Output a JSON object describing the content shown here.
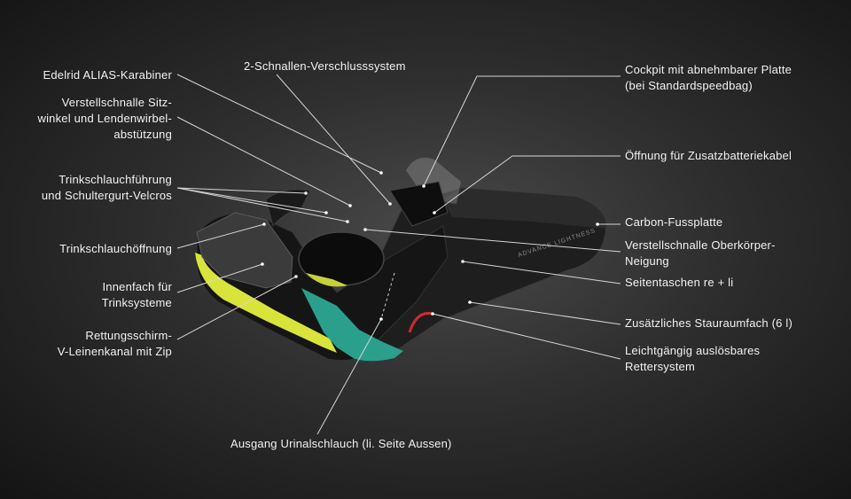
{
  "brand": {
    "text": "ADVANCE LIGHTNESS"
  },
  "colors": {
    "yellow": "#d8e43a",
    "teal": "#2aa08c",
    "line": "#d8d8d8",
    "shell": "#1c1c1c"
  },
  "labels": [
    {
      "id": "edelrid",
      "lines": [
        "Edelrid ALIAS-Karabiner"
      ]
    },
    {
      "id": "verstell-sitz",
      "lines": [
        "Verstellschnalle Sitz-",
        "winkel und Lendenwirbel-",
        "abstützung"
      ]
    },
    {
      "id": "trinkschlauch-fuehrung",
      "lines": [
        "Trinkschlauchführung",
        "und Schultergurt-Velcros"
      ]
    },
    {
      "id": "trinkschlauch-oeffnung",
      "lines": [
        "Trinkschlauchöffnung"
      ]
    },
    {
      "id": "innenfach",
      "lines": [
        "Innenfach für",
        "Trinksysteme"
      ]
    },
    {
      "id": "rettungsschirm",
      "lines": [
        "Rettungsschirm-",
        "V-Leinenkanal mit Zip"
      ]
    },
    {
      "id": "schnallen",
      "lines": [
        "2-Schnallen-Verschlusssystem"
      ]
    },
    {
      "id": "cockpit",
      "lines": [
        "Cockpit mit abnehmbarer Platte",
        "(bei Standardspeedbag)"
      ]
    },
    {
      "id": "batterie",
      "lines": [
        "Öffnung für Zusatzbatteriekabel"
      ]
    },
    {
      "id": "carbon",
      "lines": [
        "Carbon-Fussplatte"
      ]
    },
    {
      "id": "oberkoerper",
      "lines": [
        "Verstellschnalle Oberkörper-",
        "Neigung"
      ]
    },
    {
      "id": "seitentaschen",
      "lines": [
        "Seitentaschen re + li"
      ]
    },
    {
      "id": "stauraum",
      "lines": [
        "Zusätzliches Stauraumfach (6 l)"
      ]
    },
    {
      "id": "rettersystem",
      "lines": [
        "Leichtgängig auslösbares",
        "Rettersystem"
      ]
    },
    {
      "id": "urinal",
      "lines": [
        "Ausgang Urinalschlauch (li. Seite Aussen)"
      ]
    }
  ]
}
